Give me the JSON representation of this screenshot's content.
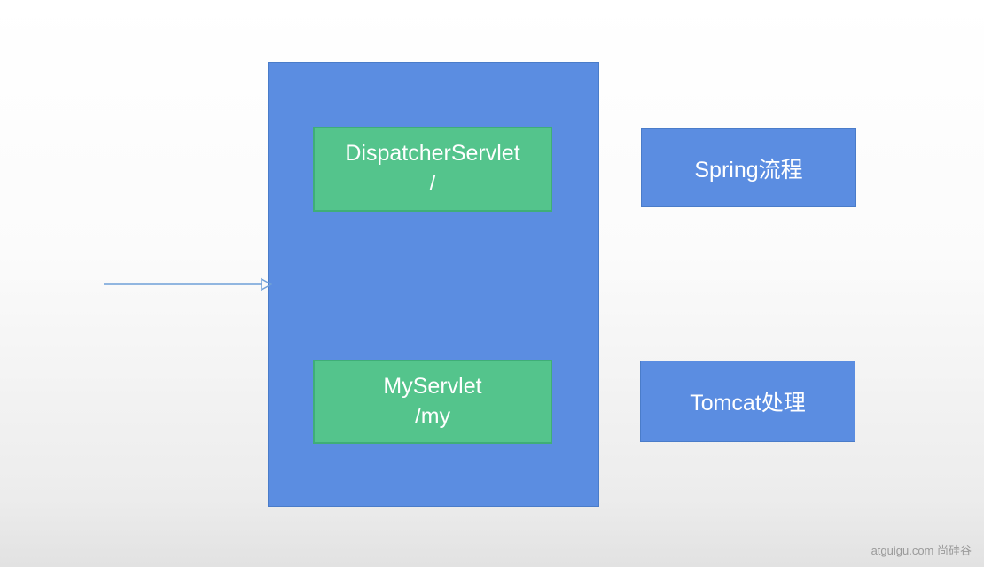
{
  "diagram": {
    "container": {
      "role": "servlet-container"
    },
    "boxes": {
      "dispatcher": {
        "line1": "DispatcherServlet",
        "line2": "/"
      },
      "myservlet": {
        "line1": "MyServlet",
        "line2": "/my"
      },
      "spring": {
        "label": "Spring流程"
      },
      "tomcat": {
        "label": "Tomcat处理"
      }
    },
    "arrow": {
      "direction": "right",
      "name": "incoming-request-arrow"
    },
    "colors": {
      "blue_fill": "#5b8de1",
      "blue_border": "#4a7cc9",
      "green_fill": "#54c48c",
      "green_border": "#3fae77",
      "text": "#ffffff",
      "arrow": "#6f9fd8",
      "watermark": "#9a9a9a"
    },
    "watermark": "atguigu.com 尚硅谷"
  }
}
